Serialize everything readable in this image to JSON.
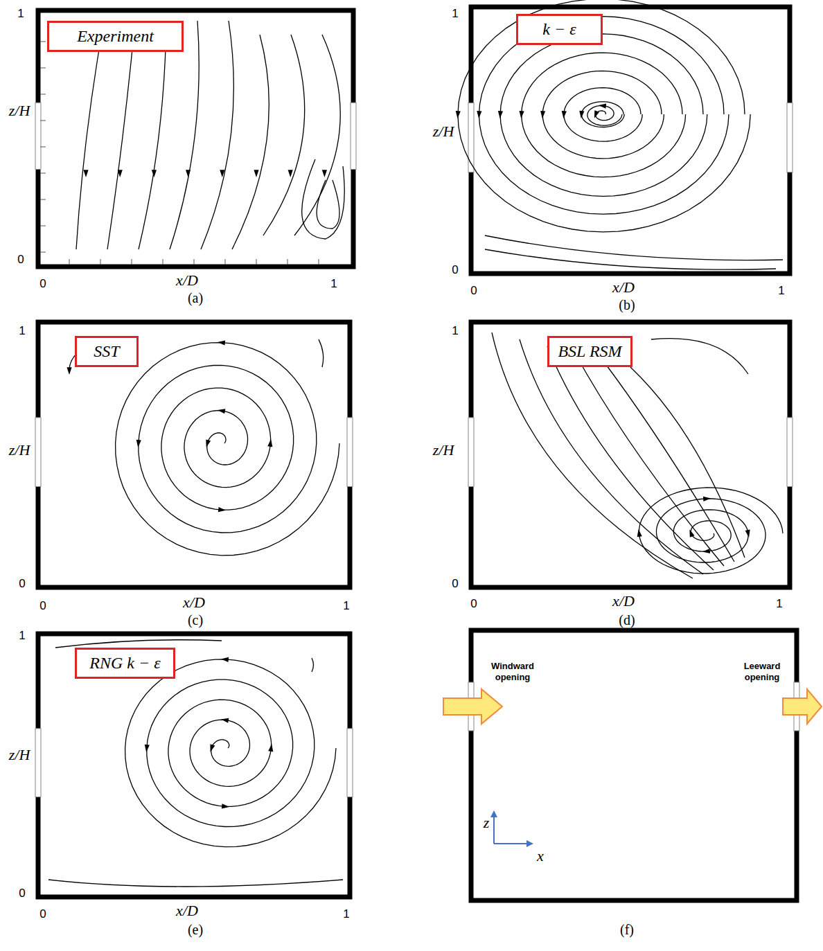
{
  "diagram": {
    "nodes": [
      {
        "text": [
          "Experiment"
        ]
      },
      {
        "text": [
          "k − ε"
        ]
      },
      {
        "text": [
          "SST"
        ]
      },
      {
        "text": [
          "BSL RSM"
        ]
      },
      {
        "text": [
          "RNG k − ε"
        ]
      }
    ],
    "labels": [
      "1",
      "0",
      "z/H",
      "0",
      "x/D",
      "1",
      "(a)",
      "1",
      "0",
      "z/H",
      "0",
      "x/D",
      "1",
      "(b)",
      "1",
      "0",
      "z/H",
      "0",
      "x/D",
      "1",
      "(c)",
      "1",
      "0",
      "z/H",
      "0",
      "x/D",
      "1",
      "(d)",
      "1",
      "0",
      "z/H",
      "0",
      "x/D",
      "1",
      "(e)",
      "Windward opening",
      "Leeward opening",
      "z",
      "x",
      "(f)"
    ]
  }
}
